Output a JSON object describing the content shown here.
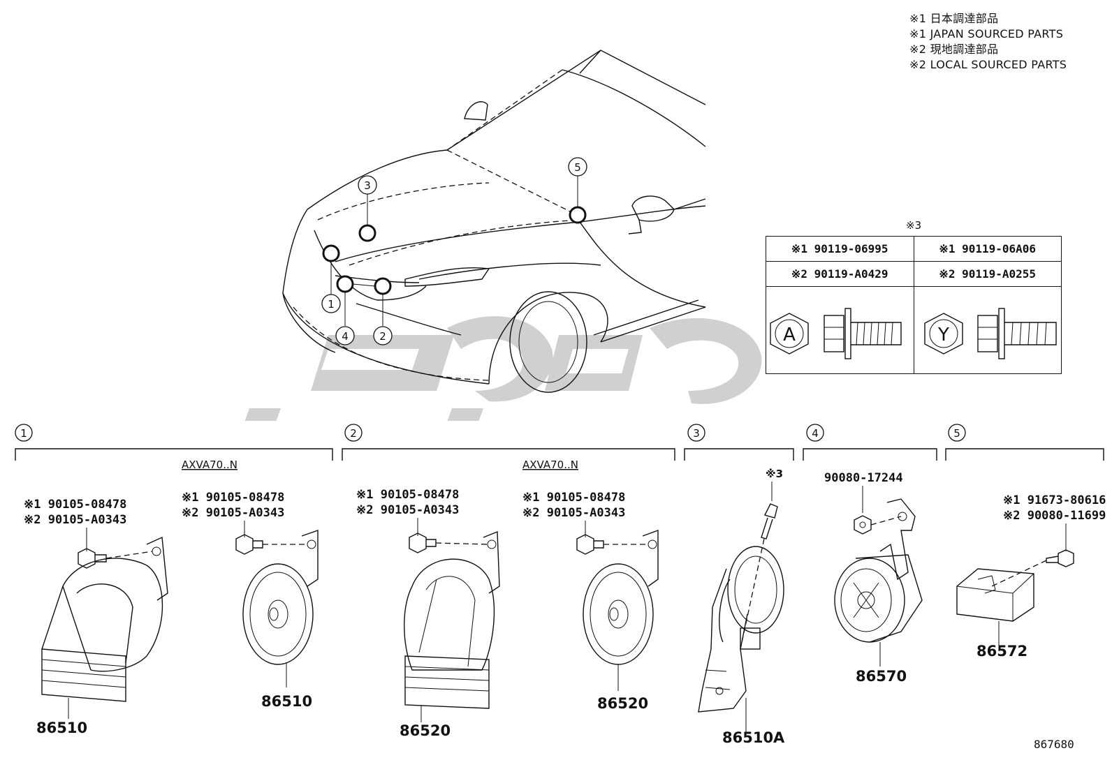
{
  "notes": {
    "line1": "※1 日本調達部品",
    "line2": "※1 JAPAN SOURCED PARTS",
    "line3": "※2 現地調達部品",
    "line4": "※2 LOCAL SOURCED PARTS"
  },
  "ref_table": {
    "header": "※3",
    "col1_row1": "※1 90119-06995",
    "col2_row1": "※1 90119-06A06",
    "col1_row2": "※2 90119-A0429",
    "col2_row2": "※2 90119-A0255",
    "col1_mark": "A",
    "col2_mark": "Y"
  },
  "car_callouts": [
    "1",
    "2",
    "3",
    "4",
    "5"
  ],
  "sections": [
    {
      "num": "1",
      "variant": "AXVA70..N"
    },
    {
      "num": "2",
      "variant": "AXVA70..N"
    },
    {
      "num": "3"
    },
    {
      "num": "4"
    },
    {
      "num": "5"
    }
  ],
  "parts": {
    "s1a_bolt1": "※1 90105-08478",
    "s1a_bolt2": "※2 90105-A0343",
    "s1a_part": "86510",
    "s1b_bolt1": "※1 90105-08478",
    "s1b_bolt2": "※2 90105-A0343",
    "s1b_part": "86510",
    "s2a_bolt1": "※1 90105-08478",
    "s2a_bolt2": "※2 90105-A0343",
    "s2a_part": "86520",
    "s2b_bolt1": "※1 90105-08478",
    "s2b_bolt2": "※2 90105-A0343",
    "s2b_part": "86520",
    "s3_bolt": "※3",
    "s3_part": "86510A",
    "s4_nut": "90080-17244",
    "s4_part": "86570",
    "s5_bolt1": "※1 91673-80616",
    "s5_bolt2": "※2 90080-11699",
    "s5_part": "86572"
  },
  "illustration_code": "867680",
  "icons": [
    "hex-bolt-icon",
    "hex-nut-icon",
    "horn-icon",
    "bracket-icon",
    "module-icon"
  ],
  "colors": {
    "ink": "#111111",
    "watermark": "#c8c8c8"
  }
}
